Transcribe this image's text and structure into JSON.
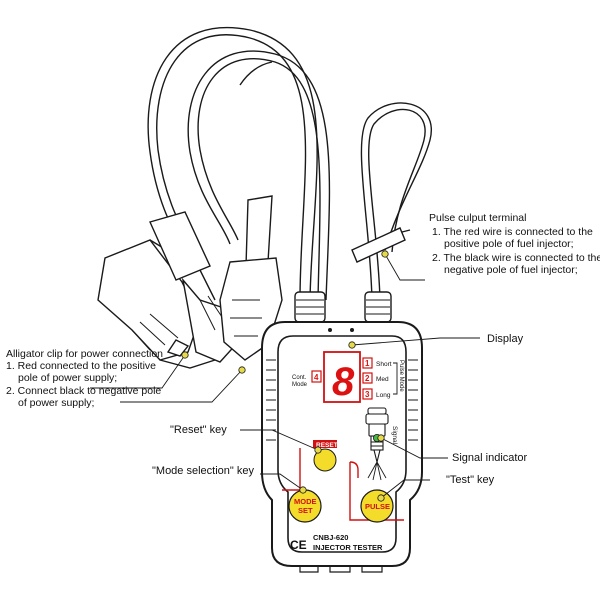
{
  "annotations": {
    "pulse_output": {
      "title": "Pulse culput terminal",
      "line1a": "1. The red wire is connected to the",
      "line1b": "positive pole of fuel injector;",
      "line2a": "2. The black wire is connected to the",
      "line2b": "negative pole of fuel injector;"
    },
    "alligator": {
      "title": "Alligator clip for power connection",
      "line1a": "1. Red connected to the positive",
      "line1b": "pole of power supply;",
      "line2a": "2. Connect black to negative pole",
      "line2b": "of power supply;"
    },
    "display": "Display",
    "reset_key": "\"Reset\" key",
    "mode_key": "\"Mode selection\" key",
    "signal_indicator": "Signal indicator",
    "test_key": "\"Test\" key"
  },
  "device": {
    "digit": "8",
    "cont_mode_line1": "Cont.",
    "cont_mode_line2": "Mode",
    "mode_numbers": [
      "1",
      "2",
      "3",
      "4"
    ],
    "mode_short": "Short",
    "mode_med": "Med",
    "mode_long": "Long",
    "pulse_mode_label": "Pulse Mode",
    "reset_label": "RESET",
    "mode_btn_line1": "MODE",
    "mode_btn_line2": "SET",
    "pulse_btn": "PULSE",
    "signal_label": "Signal",
    "ce_mark": "CE",
    "model": "CNBJ-620",
    "product_name": "INJECTOR TESTER"
  },
  "colors": {
    "outline": "#1a1a1a",
    "accent_red": "#d11111",
    "button_yellow": "#f3dd2a",
    "led_green": "#49b649",
    "marker_yellow": "#e6d94a"
  }
}
